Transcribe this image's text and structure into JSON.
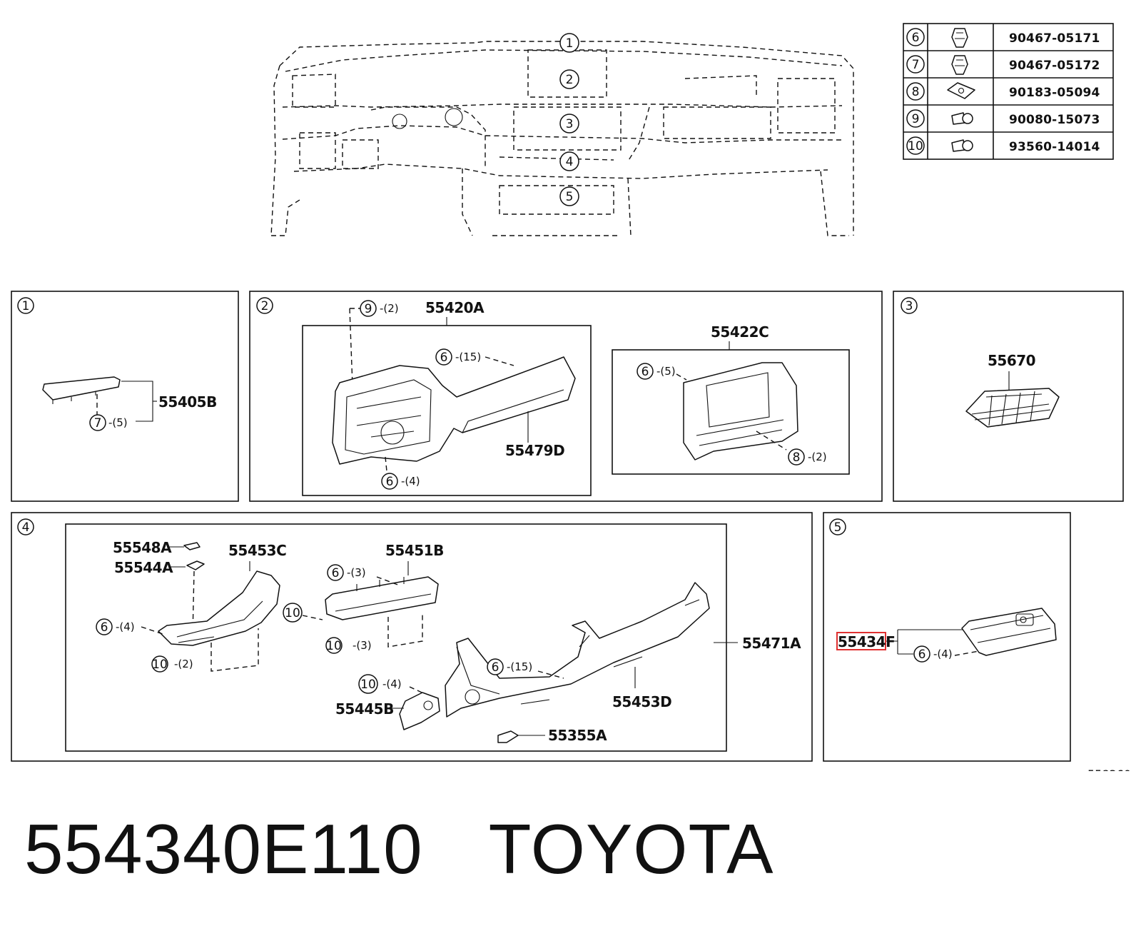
{
  "fastener_table": [
    {
      "ref": "6",
      "part_no": "90467-05171",
      "icon": "clip-icon"
    },
    {
      "ref": "7",
      "part_no": "90467-05172",
      "icon": "clip-icon"
    },
    {
      "ref": "8",
      "part_no": "90183-05094",
      "icon": "nut-clip-icon"
    },
    {
      "ref": "9",
      "part_no": "90080-15073",
      "icon": "screw-icon"
    },
    {
      "ref": "10",
      "part_no": "93560-14014",
      "icon": "screw-icon"
    }
  ],
  "overview": {
    "callouts": [
      "1",
      "2",
      "3",
      "4",
      "5"
    ]
  },
  "panel1": {
    "number": "1",
    "part": "55405B",
    "clip_ref": "7",
    "clip_qty": "-(5)"
  },
  "panel2": {
    "number": "2",
    "main_part": "55420A",
    "screw_ref": "9",
    "screw_qty": "-(2)",
    "clip_ref_a": "6",
    "clip_qty_a": "-(15)",
    "sub_part": "55479D",
    "clip_ref_b": "6",
    "clip_qty_b": "-(4)",
    "bezel_part": "55422C",
    "clip_ref_c": "6",
    "clip_qty_c": "-(5)",
    "nut_ref": "8",
    "nut_qty": "-(2)"
  },
  "panel3": {
    "number": "3",
    "part": "55670"
  },
  "panel4": {
    "number": "4",
    "parts": {
      "p55548a": "55548A",
      "p55544a": "55544A",
      "p55453c": "55453C",
      "p55451b": "55451B",
      "p55471a": "55471A",
      "p55453d": "55453D",
      "p55445b": "55445B",
      "p55355a": "55355A"
    },
    "callouts": {
      "a_ref": "6",
      "a_qty": "-(4)",
      "b_ref": "10",
      "b_qty": "-(2)",
      "c_ref": "6",
      "c_qty": "-(3)",
      "d_ref": "10",
      "e_ref": "10",
      "e_qty": "-(3)",
      "f_ref": "6",
      "f_qty": "-(15)",
      "g_ref": "10",
      "g_qty": "-(4)"
    }
  },
  "panel5": {
    "number": "5",
    "part": "55434F",
    "clip_ref": "6",
    "clip_qty": "-(4)"
  },
  "diagram_id": "558360",
  "caption": {
    "part_number": "554340E110",
    "brand": "TOYOTA"
  },
  "colors": {
    "line": "#111111",
    "highlight": "#e03030"
  }
}
